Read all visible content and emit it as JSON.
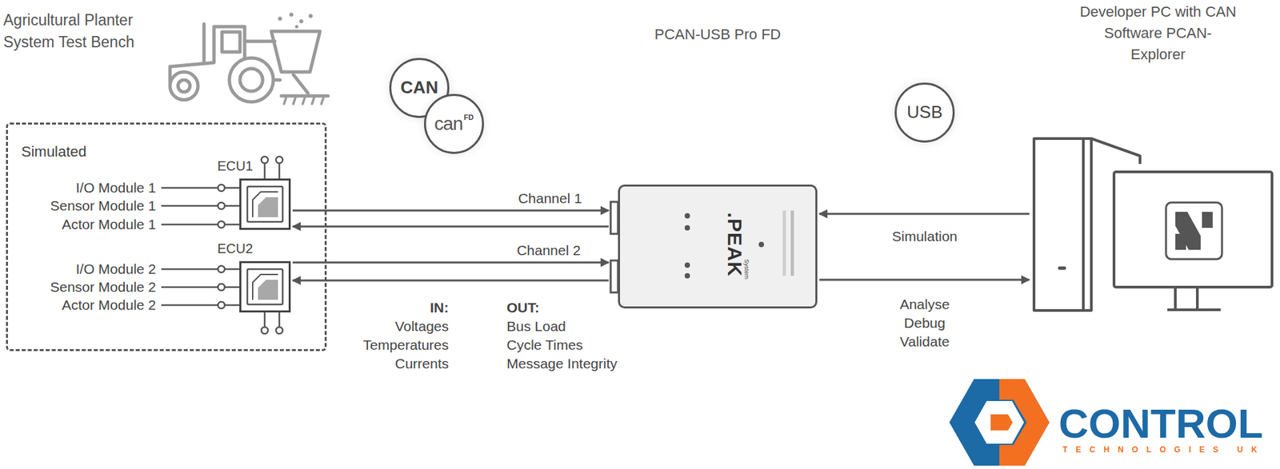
{
  "diagram": {
    "title": "Agricultural Planter System Test Bench",
    "nodes": [
      {
        "text": [
          "Simulated"
        ]
      },
      {
        "text": [
          "ECU1"
        ],
        "in": 0
      },
      {
        "text": [
          "ECU2"
        ],
        "in": 0
      },
      {
        "text": [
          "CAN"
        ]
      },
      {
        "text": [
          "can",
          "FD"
        ]
      },
      {
        "text": [
          "PCAN-USB Pro FD"
        ]
      },
      {
        "text": [
          "USB"
        ]
      },
      {
        "text": [
          "Developer PC with CAN Software PCAN-Explorer"
        ]
      }
    ],
    "edges": [
      {
        "from": 1,
        "to": 5,
        "label": "Channel 1",
        "arrow": "to"
      },
      {
        "from": 5,
        "to": 1,
        "arrow": "to"
      },
      {
        "from": 2,
        "to": 5,
        "label": "Channel 2",
        "arrow": "to"
      },
      {
        "from": 5,
        "to": 2,
        "arrow": "to"
      },
      {
        "from": 7,
        "to": 5,
        "label": "Simulation",
        "arrow": "to"
      },
      {
        "from": 5,
        "to": 7,
        "label": "Analyse Debug Validate",
        "arrow": "to"
      }
    ],
    "labels": [
      "I/O Module 1",
      "Sensor Module 1",
      "Actor Module 1",
      "I/O Module 2",
      "Sensor Module 2",
      "Actor Module 2",
      "IN:",
      "Voltages",
      "Temperatures",
      "Currents",
      "OUT:",
      "Bus Load",
      "Cycle Times",
      "Message Integrity",
      ".PEAK",
      "System",
      "CONTROL",
      "TECHNOLOGIES UK"
    ]
  }
}
